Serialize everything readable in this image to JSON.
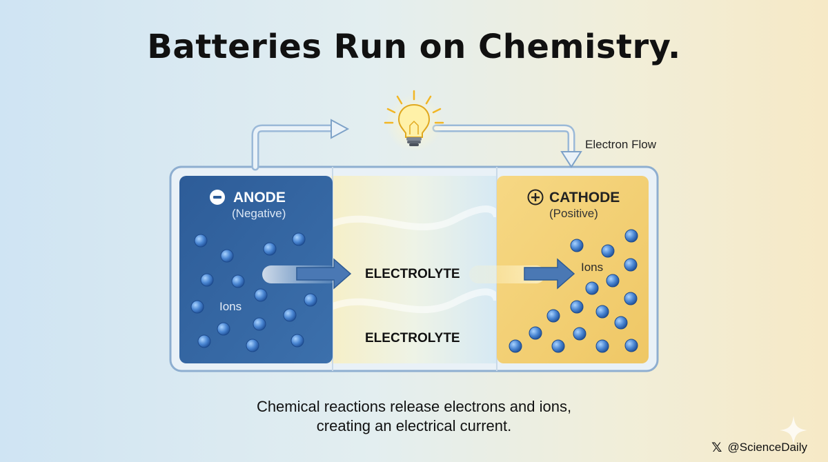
{
  "title": "Batteries Run on Chemistry.",
  "anode": {
    "title": "ANODE",
    "subtitle": "(Negative)",
    "sign_icon": "minus-circle-icon",
    "ions_label": "Ions",
    "color": "#2f5e98"
  },
  "cathode": {
    "title": "CATHODE",
    "subtitle": "(Positive)",
    "sign_icon": "plus-circle-icon",
    "ions_label": "Ions",
    "color": "#f2cf72"
  },
  "electrolyte": {
    "label_top": "ELECTROLYTE",
    "label_bottom": "ELECTROLYTE"
  },
  "electron_flow": {
    "label": "Electron Flow",
    "icon": "light-bulb-icon"
  },
  "caption": {
    "line1": "Chemical reactions release electrons and ions,",
    "line2": "creating an electrical current."
  },
  "footer": {
    "icon": "x-logo-icon",
    "handle": "@ScienceDaily"
  }
}
